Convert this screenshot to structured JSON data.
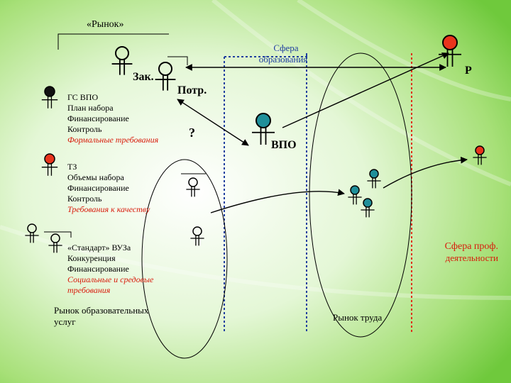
{
  "title": "«Рынок»",
  "sphere_education": {
    "line1": "Сфера",
    "line2": "образования"
  },
  "labels": {
    "zak": "Зак.",
    "potr": "Потр.",
    "question": "?",
    "vpo": "ВПО",
    "r": "Р"
  },
  "block_gs": {
    "lines": [
      "ГС ВПО",
      "План набора",
      "Финансирование",
      "Контроль"
    ],
    "red": "Формальные требования"
  },
  "block_tz": {
    "lines": [
      "ТЗ",
      "Объемы набора",
      "Финансирование",
      "Контроль"
    ],
    "red": "Требования к качеству"
  },
  "block_std": {
    "lines": [
      "«Стандарт» ВУЗа",
      "Конкуренция",
      "Финансирование"
    ],
    "red": [
      "Социальные и средовые",
      "требования"
    ]
  },
  "sphere_prof": {
    "line1": "Сфера проф.",
    "line2": "деятельности"
  },
  "market_edu": {
    "line1": "Рынок образовательных",
    "line2": "услуг"
  },
  "market_labor": "Рынок труда",
  "colors": {
    "green_bg": "#6fcf3a",
    "red_accent": "#d81b0b",
    "blue_dashed": "#1f3f9f",
    "red_dashed": "#e0301b",
    "teal_node": "#1f8f9a",
    "black_node": "#111111",
    "red_node": "#e8341c"
  }
}
